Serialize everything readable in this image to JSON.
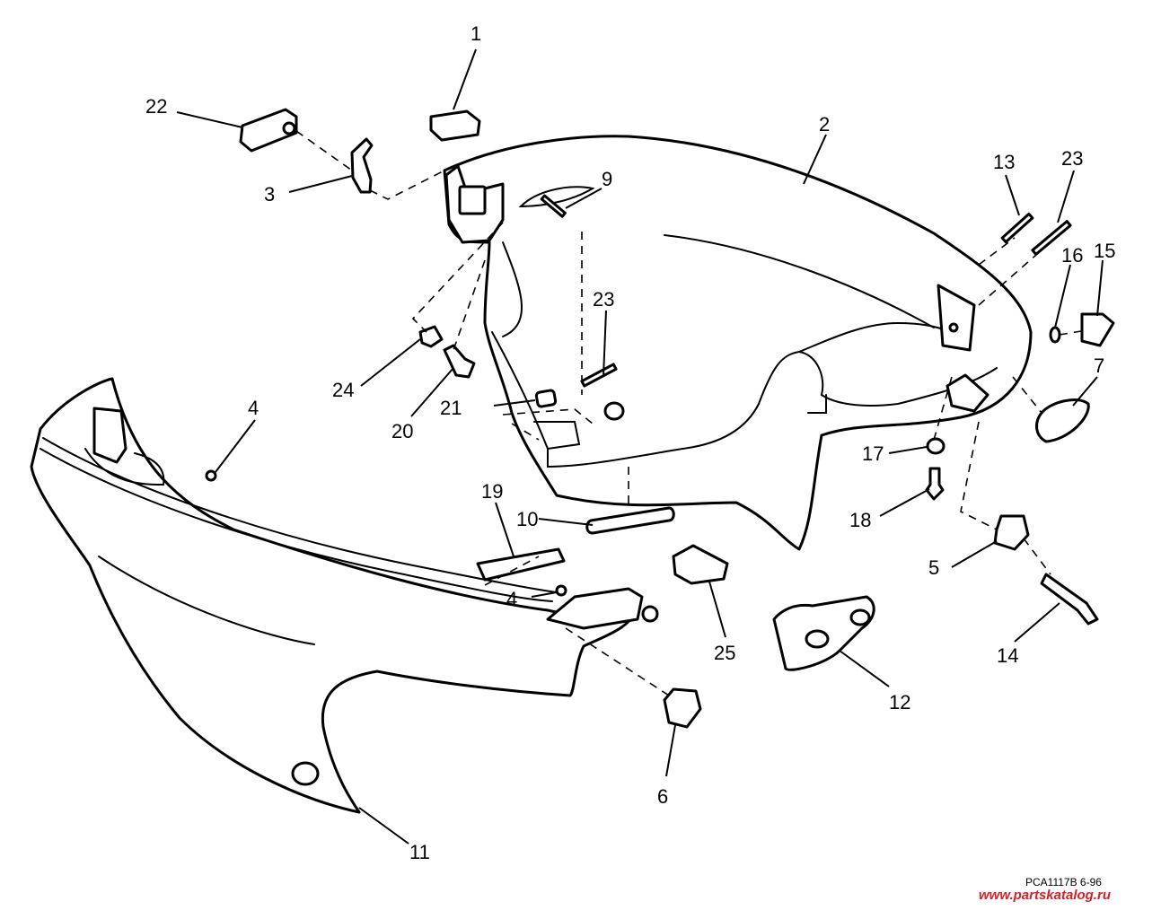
{
  "diagram": {
    "callouts": [
      "1",
      "2",
      "3",
      "4",
      "4",
      "5",
      "6",
      "7",
      "9",
      "10",
      "11",
      "12",
      "13",
      "14",
      "15",
      "16",
      "17",
      "18",
      "19",
      "20",
      "21",
      "22",
      "23",
      "23",
      "24",
      "25"
    ],
    "drawing_code": "PCA1117B   6-96",
    "watermark": "www.partskatalog.ru"
  },
  "colors": {
    "line": "#000000",
    "background": "#ffffff",
    "watermark": "#d61f26"
  }
}
